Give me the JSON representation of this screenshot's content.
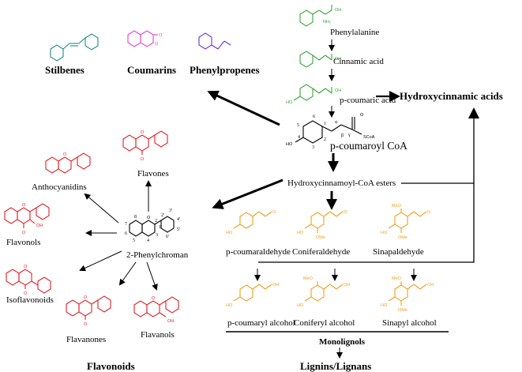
{
  "colors": {
    "phenylpropanoid": "#3ca23c",
    "stilbene": "#1f8a8a",
    "coumarin": "#e63fd7",
    "phenylpropene": "#6a2fd6",
    "flavonoid": "#e0202a",
    "monolignol": "#f0a020",
    "black": "#000000"
  },
  "labels": {
    "stilbenes": "Stilbenes",
    "coumarins": "Coumarins",
    "phenylpropenes": "Phenylpropenes",
    "phenylalanine": "Phenylalanine",
    "cinnamic_acid": "Cinnamic acid",
    "p_coumaric_acid": "p-coumaric acid",
    "hydroxycinnamic_acids": "Hydroxycinnamic acids",
    "p_coumaroyl_coa": "p-coumaroyl CoA",
    "hydroxycinnamoyl_coa_esters": "Hydroxycinnamoyl-CoA esters",
    "anthocyanidins": "Anthocyanidins",
    "flavones": "Flavones",
    "flavonols": "Flavonols",
    "phenylchroman": "2-Phenylchroman",
    "isoflavonoids": "Isoflavonoids",
    "flavanones": "Flavanones",
    "flavanols": "Flavanols",
    "flavonoids": "Flavonoids",
    "p_coumaraldehyde": "p-coumaraldehyde",
    "coniferaldehyde": "Coniferaldehyde",
    "sinapaldehyde": "Sinapaldehyde",
    "p_coumaryl_alcohol": "p-coumaryl alcohol",
    "coniferyl_alcohol": "Coniferyl alcohol",
    "sinapyl_alcohol": "Sinapyl alcohol",
    "monolignols": "Monolignols",
    "lignins_lignans": "Lignins/Lignans"
  },
  "atoms": {
    "oh": "OH",
    "ho": "HO",
    "o": "O",
    "sco_a": "SCoA",
    "meo": "MeO",
    "ome": "OMe",
    "nh2": "NH₂",
    "alpha": "α",
    "beta": "β",
    "gamma": "γ"
  },
  "numbering": {
    "coa_ring": [
      "1",
      "2",
      "3",
      "4",
      "5",
      "6"
    ],
    "chroman": [
      "2",
      "3",
      "4",
      "5",
      "6",
      "7",
      "8",
      "1'",
      "2'",
      "3'",
      "4'",
      "5'",
      "6'"
    ]
  }
}
